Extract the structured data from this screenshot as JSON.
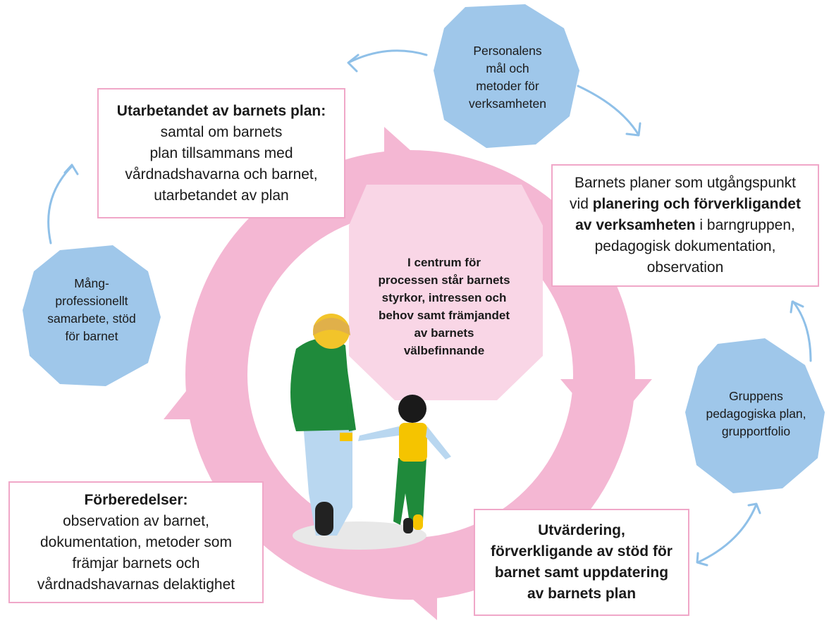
{
  "colors": {
    "cycle_pink": "#f4b7d3",
    "center_pink": "#f9d6e6",
    "box_border": "#f0a7c8",
    "blob_blue": "#9fc7ea",
    "arrow_blue": "#8fc0e8",
    "coat_green": "#1f8a3b",
    "pants_blue": "#b9d7f0",
    "hair_yellow": "#f2c42a",
    "skin_yellow": "#f5c400"
  },
  "center": {
    "text": "I centrum för\nprocessen står barnets\nstyrkor, intressen och\nbehov samt främjandet\nav barnets\nvälbefinnande"
  },
  "boxes": {
    "plan": {
      "bold": "Utarbetandet av barnets plan:",
      "text": "samtal om barnets\nplan tillsammans med\nvårdnadshavarna och barnet,\nutarbetandet av plan"
    },
    "planning": {
      "line1": "Barnets planer som utgångspunkt",
      "pre": "vid ",
      "bold1": "planering och förverkligandet",
      "bold2": "av verksamheten",
      "post": " i barngruppen,",
      "line4": "pedagogisk dokumentation,",
      "line5": "observation"
    },
    "evaluation": {
      "bold": "Utvärdering,\nförverkligande av stöd för\nbarnet samt uppdatering\nav barnets plan"
    },
    "preparation": {
      "bold": "Förberedelser:",
      "text": "observation av barnet,\ndokumentation, metoder som\nfrämjar barnets och\nvårdnadshavarnas delaktighet"
    }
  },
  "blobs": {
    "staff": "Personalens\nmål och\nmetoder för\nverksamheten",
    "group": "Gruppens\npedagogiska plan,\ngrupportfolio",
    "multi": "Mång-\nprofessionellt\nsamarbete, stöd\nför barnet"
  },
  "icons": {
    "figures": "adult-and-child-walking-illustration",
    "arrows": "curved-arrow-icon"
  }
}
